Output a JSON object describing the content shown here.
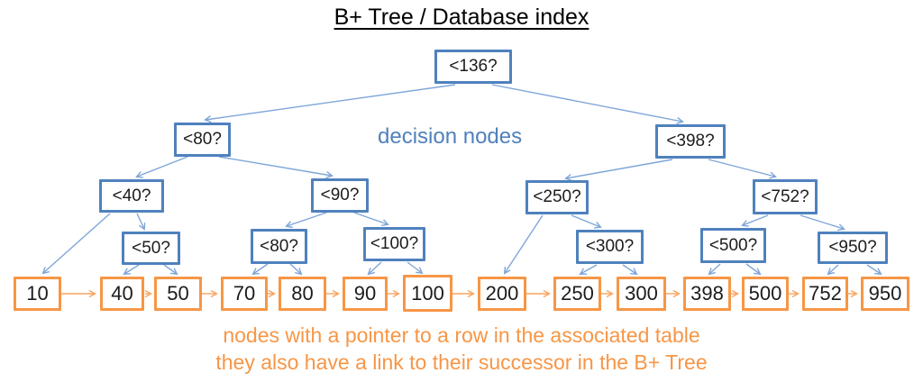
{
  "title": "B+ Tree / Database index",
  "labels": {
    "decision_nodes_annotation": "decision nodes",
    "caption_line1": "nodes with a pointer to a row in the associated table",
    "caption_line2": "they also have a link to their successor in the B+ Tree"
  },
  "colors": {
    "background": "#ffffff",
    "title_text": "#000000",
    "decision_node_border": "#4f81bd",
    "decision_edge": "#7ea6d8",
    "decision_label_text": "#4f81bd",
    "leaf_node_border": "#f79646",
    "leaf_edge": "#f9a45f",
    "caption_text": "#f79646"
  },
  "decision_nodes": [
    {
      "label": "<136?"
    },
    {
      "label": "<80?"
    },
    {
      "label": "<398?"
    },
    {
      "label": "<40?"
    },
    {
      "label": "<90?"
    },
    {
      "label": "<250?"
    },
    {
      "label": "<752?"
    },
    {
      "label": "<50?"
    },
    {
      "label": "<80?"
    },
    {
      "label": "<100?"
    },
    {
      "label": "<300?"
    },
    {
      "label": "<500?"
    },
    {
      "label": "<950?"
    }
  ],
  "leaf_nodes": [
    {
      "label": "10"
    },
    {
      "label": "40"
    },
    {
      "label": "50"
    },
    {
      "label": "70"
    },
    {
      "label": "80"
    },
    {
      "label": "90"
    },
    {
      "label": "100"
    },
    {
      "label": "200"
    },
    {
      "label": "250"
    },
    {
      "label": "300"
    },
    {
      "label": "398"
    },
    {
      "label": "500"
    },
    {
      "label": "752"
    },
    {
      "label": "950"
    }
  ]
}
